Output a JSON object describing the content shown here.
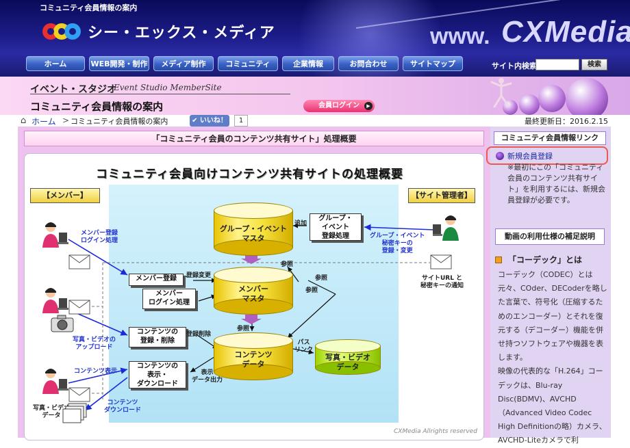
{
  "header": {
    "tagline": "コミュニティ会員情報の案内",
    "logo_text": "シー・エックス・メディア",
    "www": "www.",
    "brand": "CXMedia",
    "nav": [
      "ホーム",
      "WEB開発・制作",
      "メディア制作",
      "コミュニティ",
      "企業情報",
      "お問合わせ",
      "サイトマップ"
    ],
    "search_label": "サイト内検索",
    "search_button": "検索"
  },
  "band": {
    "studio": "イベント・スタジオ",
    "studio_en": "Event Studio MemberSite",
    "page_title": "コミュニティ会員情報の案内",
    "login": "会員ログイン"
  },
  "breadcrumb": {
    "home": "ホーム",
    "current": "コミュニティ会員情報の案内",
    "like": "✔ いいね！",
    "like_count": "1",
    "updated": "最終更新日：2016.2.15"
  },
  "main": {
    "section_title": "「コミュニティ会員のコンテンツ共有サイト」処理概要",
    "diagram": {
      "title": "コミュニティ会員向けコンテンツ共有サイトの処理概要",
      "member_label": "【メンバー】",
      "admin_label": "【サイト管理者】",
      "group_master": "グループ・イベント\nマスタ",
      "member_master": "メンバー\nマスタ",
      "content_data": "コンテンツ\nデータ",
      "photo_data": "写真・ビデオ\nデータ",
      "group_reg": "グループ・\nイベント\n登録処理",
      "member_reg": "メンバー登録",
      "member_login": "メンバー\nログイン処理",
      "content_reg": "コンテンツの\n登録・削除",
      "content_dl": "コンテンツの\n表示・\nダウンロード",
      "lbl_add": "追加",
      "lbl_regchange": "登録変更",
      "lbl_ref1": "参照",
      "lbl_ref2": "参照",
      "lbl_ref3": "参照",
      "lbl_ref4": "参照",
      "lbl_regdel": "登録削除",
      "lbl_display": "表示\nデータ出力",
      "lbl_pathlink": "パス\nリンク",
      "note_member": "メンバー登録\nログイン処理",
      "note_group": "グループ・イベント\n秘密キーの\n登録・変更",
      "note_siteurl": "サイトURL と\n秘密キーの通知",
      "note_upload": "写真・ビデオの\nアップロード",
      "note_display": "コンテンツ表示",
      "note_download": "コンテンツ\nダウンロード",
      "note_photodata": "写真・ビデオ\nデータ",
      "copyright": "CXMedia Allrights reserved"
    }
  },
  "sidebar": {
    "link_title": "コミュニティ会員情報リンク",
    "register": "新規会員登録",
    "register_note": "※最初にこの「コミュニティ会員のコンテンツ共有サイト」を利用するには、新規会員登録が必要です。",
    "spec_title": "動画の利用仕様の補足説明",
    "codec_head": "「コーデック」とは",
    "codec_body": "コーデック（CODEC）とは元々、COder、DECoderを略した言葉で、符号化（圧縮するためのエンコーダー）とそれを復元する（デコーダー）機能を併せ持つソフトウェアや機器を表します。\n映像の代表的な「H.264」コーデックは、Blu-ray Disc(BDMV)、AVCHD（Advanced Video Codec High Definitionの略）カメラ、AVCHD-Liteカメラで利"
  },
  "colors": {
    "header_bg": "#1b1b86",
    "band_pink": "#f4c6ee",
    "nav_blue": "#3860c4",
    "highlight_red": "#ea5a4e",
    "cylinder_yellow": "#f6e23c",
    "canvas_blue": "#c4eaf8"
  }
}
